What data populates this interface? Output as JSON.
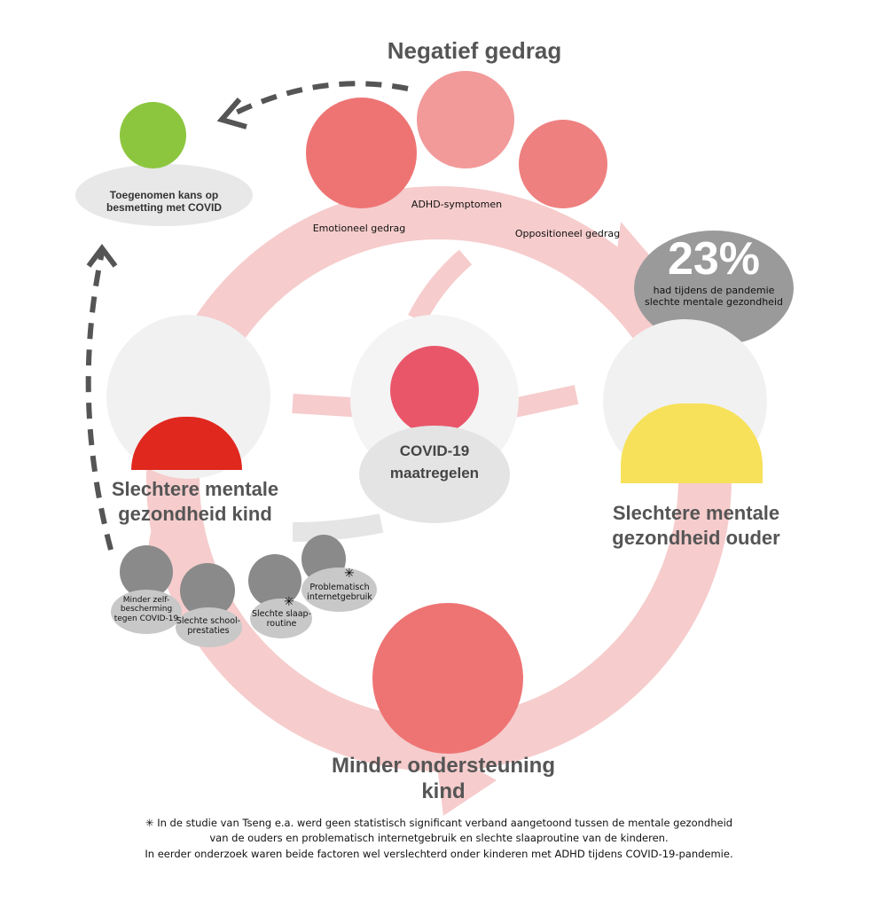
{
  "title": "Negatief gedrag",
  "infection_label": "Toegenomen kans op besmetting met COVID",
  "behaviors": [
    "Emotioneel gedrag",
    "ADHD-symptomen",
    "Oppositioneel gedrag"
  ],
  "stat": {
    "value": "23%",
    "caption": "had tijdens de pandemie slechte mentale gezondheid"
  },
  "center": {
    "line1": "COVID-19",
    "line2": "maatregelen"
  },
  "child": {
    "line1": "Slechtere mentale",
    "line2": "gezondheid kind"
  },
  "parent": {
    "line1": "Slechtere mentale",
    "line2": "gezondheid ouder"
  },
  "support": {
    "line1": "Minder ondersteuning",
    "line2": "kind"
  },
  "effects": [
    {
      "label": "Minder zelf-bescherming tegen COVID-19",
      "icon": "shield-virus-icon"
    },
    {
      "label": "Slechte school-prestaties",
      "icon": "book-icon"
    },
    {
      "label": "Slechte slaap-routine",
      "icon": "clock-sleep-icon",
      "asterisk": "✳"
    },
    {
      "label": "Problematisch internetgebruik",
      "icon": "phone-game-icon",
      "asterisk": "✳"
    }
  ],
  "footnote": {
    "marker": "✳",
    "line1": "In de studie van Tseng e.a. werd geen statistisch significant verband aangetoond tussen de mentale gezondheid",
    "line2": "van de ouders en problematisch internetgebruik en slechte slaaproutine van de kinderen.",
    "line3": "In eerder onderzoek waren beide factoren wel verslechterd onder kinderen met ADHD tijdens COVID-19-pandemie."
  },
  "colors": {
    "ring": "#f6cccc",
    "red": "#ee7474",
    "gray": "#8a8a8a",
    "green": "#8cc63f",
    "text": "#555555"
  }
}
